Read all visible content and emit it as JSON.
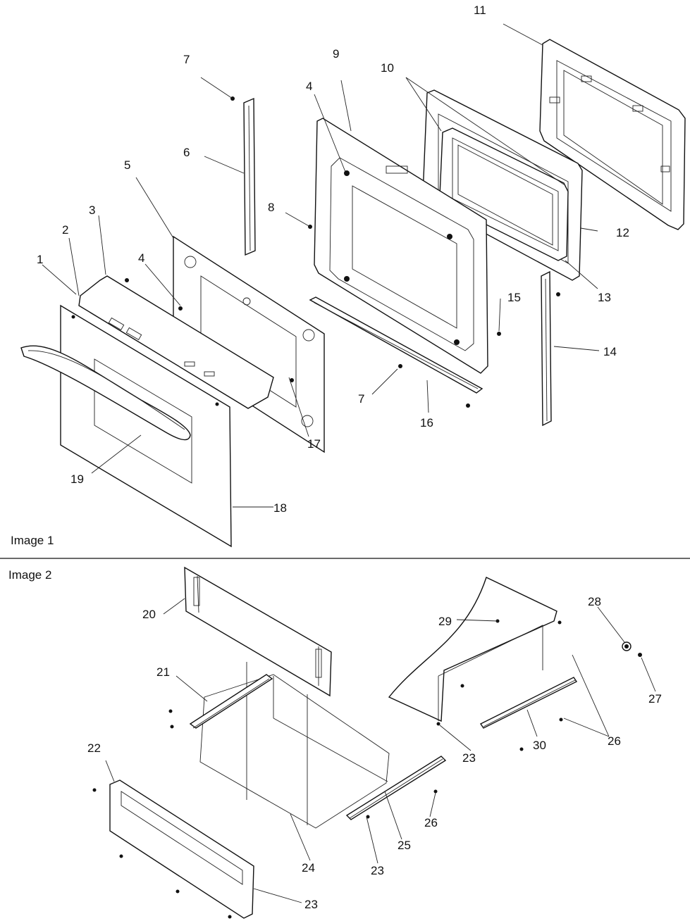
{
  "captions": {
    "image1": "Image 1",
    "image2": "Image 2"
  },
  "callouts": {
    "p1": "1",
    "p2": "2",
    "p3": "3",
    "p4a": "4",
    "p4b": "4",
    "p5": "5",
    "p6": "6",
    "p7a": "7",
    "p7b": "7",
    "p8": "8",
    "p9": "9",
    "p10": "10",
    "p11": "11",
    "p12": "12",
    "p13": "13",
    "p14": "14",
    "p15": "15",
    "p16": "16",
    "p17": "17",
    "p18": "18",
    "p19": "19",
    "p20": "20",
    "p21": "21",
    "p22": "22",
    "p23a": "23",
    "p23b": "23",
    "p23c": "23",
    "p24": "24",
    "p25": "25",
    "p26a": "26",
    "p26b": "26",
    "p27": "27",
    "p28": "28",
    "p29": "29",
    "p30": "30"
  }
}
